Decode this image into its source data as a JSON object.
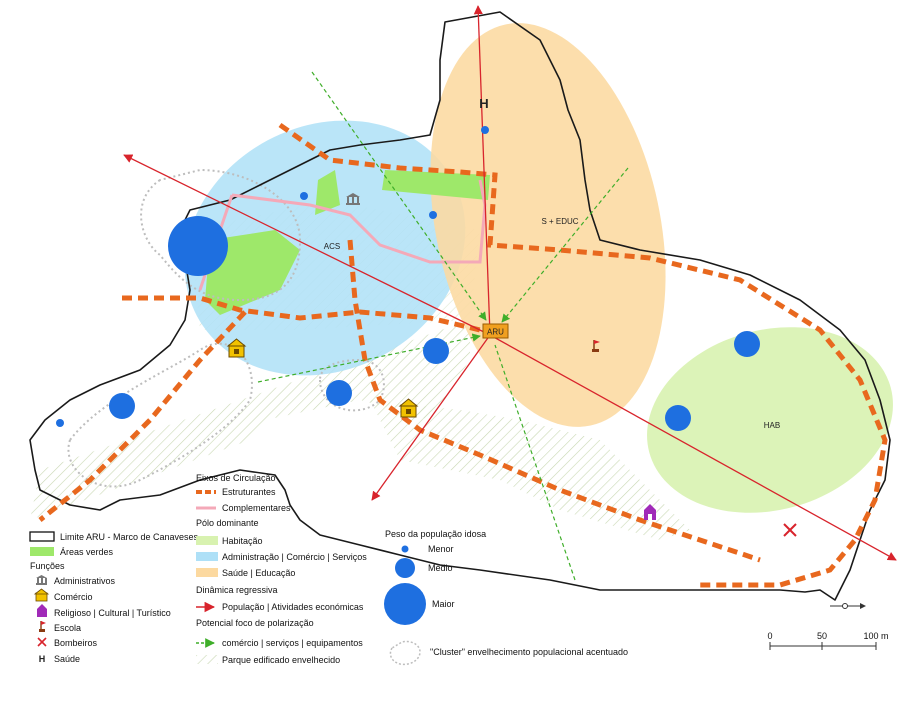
{
  "zones": {
    "acs": "ACS",
    "s_educ": "S + EDUC",
    "hab": "HAB",
    "aru": "ARU"
  },
  "health_marker": "H",
  "legend_left": {
    "boundary": "Limite ARU - Marco de Canaveses",
    "green_areas": "Áreas verdes",
    "functions_title": "Funções",
    "administrative": "Administrativos",
    "commerce": "Comércio",
    "religious": "Religioso | Cultural | Turístico",
    "school": "Escola",
    "firefighters": "Bombeiros",
    "health": "Saúde"
  },
  "legend_mid": {
    "axes_title": "Eixos de Circulação",
    "structural": "Estruturantes",
    "complementary": "Complementares",
    "pole_title": "Pólo dominante",
    "housing": "Habitação",
    "admin_commerce": "Administração | Comércio | Serviços",
    "health_education": "Saúde | Educação",
    "regressive_title": "Dinâmica regressiva",
    "population": "População | Atividades económicas",
    "polarization_title": "Potencial foco de polarização",
    "commerce_services": "comércio | serviços | equipamentos",
    "aged_buildings": "Parque edificado envelhecido"
  },
  "legend_right": {
    "title": "Peso da população idosa",
    "small": "Menor",
    "medium": "Médio",
    "large": "Maior",
    "cluster": "\"Cluster\" envelhecimento populacional acentuado"
  },
  "scale": {
    "t0": "0",
    "t1": "50",
    "t2": "100 m"
  },
  "colors": {
    "green_area": "#9ee86a",
    "admin_zone": "#aee0f7",
    "health_zone": "#fcd9a0",
    "housing_zone": "#d8f2b0",
    "structural_axis": "#e8681e",
    "complementary_axis": "#f4a9b8",
    "regressive_arrow": "#d8242c",
    "polarization_arrow": "#3fae2a",
    "population_circle": "#1e6fe0",
    "boundary": "#1a1a1a"
  }
}
